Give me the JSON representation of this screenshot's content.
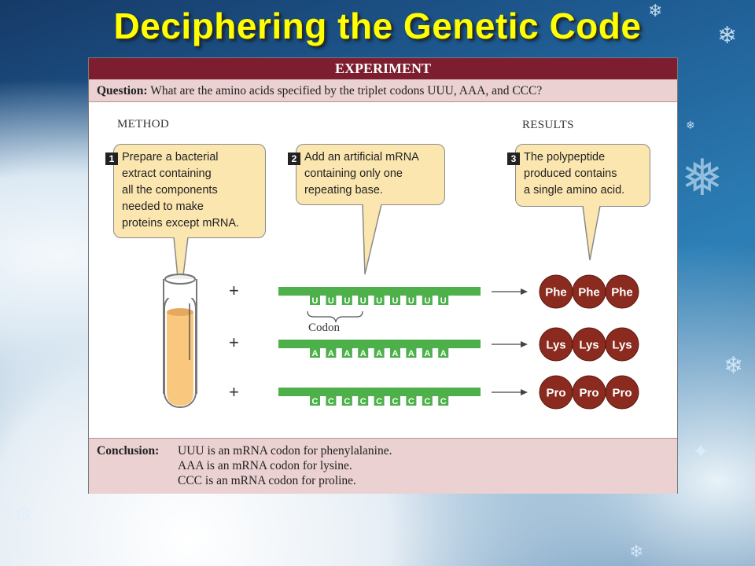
{
  "slide": {
    "title": "Deciphering the Genetic Code"
  },
  "experiment": {
    "header": "EXPERIMENT",
    "question_label": "Question:",
    "question_text": "What are the amino acids specified by the triplet codons UUU, AAA, and CCC?",
    "method_label": "METHOD",
    "results_label": "RESULTS",
    "steps": [
      {
        "number": "1",
        "lines": [
          "Prepare a bacterial",
          "extract containing",
          "all the components",
          "needed to make",
          "proteins except mRNA."
        ]
      },
      {
        "number": "2",
        "lines": [
          "Add an artificial mRNA",
          "containing only one",
          "repeating base."
        ]
      },
      {
        "number": "3",
        "lines": [
          "The polypeptide",
          "produced contains",
          "a single amino acid."
        ]
      }
    ],
    "plus_sign": "+",
    "codon_label": "Codon",
    "rows": [
      {
        "base": "U",
        "bases": [
          "U",
          "U",
          "U",
          "U",
          "U",
          "U",
          "U",
          "U",
          "U"
        ],
        "amino": [
          "Phe",
          "Phe",
          "Phe"
        ]
      },
      {
        "base": "A",
        "bases": [
          "A",
          "A",
          "A",
          "A",
          "A",
          "A",
          "A",
          "A",
          "A"
        ],
        "amino": [
          "Lys",
          "Lys",
          "Lys"
        ]
      },
      {
        "base": "C",
        "bases": [
          "C",
          "C",
          "C",
          "C",
          "C",
          "C",
          "C",
          "C",
          "C"
        ],
        "amino": [
          "Pro",
          "Pro",
          "Pro"
        ]
      }
    ],
    "conclusion_label": "Conclusion:",
    "conclusion_lines": [
      "UUU is an mRNA codon for phenylalanine.",
      "AAA is an mRNA codon for lysine.",
      "CCC is an mRNA codon for proline."
    ]
  },
  "colors": {
    "title": "#ffff00",
    "header_bg": "#7c1e2f",
    "band_bg": "#ebd1d1",
    "bubble_bg": "#fbe6b0",
    "mrna_green": "#4db04a",
    "amino_red": "#8b2a1e",
    "tube_fill": "#f9c77e"
  }
}
